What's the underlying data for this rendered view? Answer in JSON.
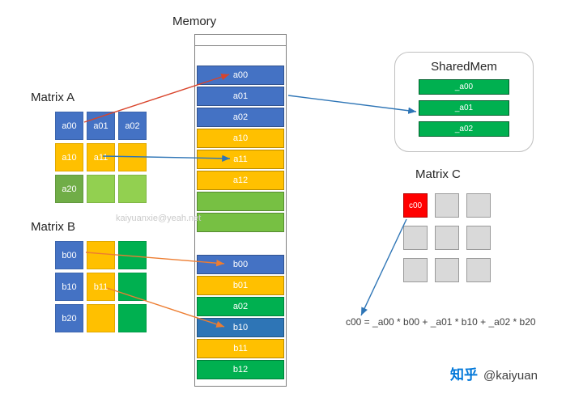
{
  "colors": {
    "blue": "#4472C4",
    "blue_dark": "#2E75B6",
    "yellow": "#FFC000",
    "green_bright": "#00B050",
    "green_med": "#70AD47",
    "green_light": "#92D050",
    "green_mem": "#77C043",
    "red": "#FF0000",
    "gray_cell": "#D9D9D9",
    "arrow_red": "#D9442B",
    "arrow_blue": "#2E75B6",
    "arrow_orange": "#ED7D31",
    "zhihu_blue": "#0077D9"
  },
  "memory": {
    "title": "Memory",
    "rows": [
      {
        "label": "a00",
        "color": "blue"
      },
      {
        "label": "a01",
        "color": "blue"
      },
      {
        "label": "a02",
        "color": "blue"
      },
      {
        "label": "a10",
        "color": "yellow"
      },
      {
        "label": "a11",
        "color": "yellow"
      },
      {
        "label": "a12",
        "color": "yellow"
      },
      {
        "label": "",
        "color": "green_mem"
      },
      {
        "label": "",
        "color": "green_mem"
      },
      {
        "label": "",
        "color": "none"
      },
      {
        "label": "b00",
        "color": "blue"
      },
      {
        "label": "b01",
        "color": "yellow"
      },
      {
        "label": "a02",
        "color": "green_bright"
      },
      {
        "label": "b10",
        "color": "blue_dark"
      },
      {
        "label": "b11",
        "color": "yellow"
      },
      {
        "label": "b12",
        "color": "green_bright"
      }
    ]
  },
  "matrix_a": {
    "label": "Matrix A",
    "cells": [
      [
        "a00",
        "a01",
        "a02"
      ],
      [
        "a10",
        "a11",
        ""
      ],
      [
        "a20",
        "",
        ""
      ]
    ]
  },
  "matrix_b": {
    "label": "Matrix B",
    "cells": [
      [
        "b00",
        "",
        ""
      ],
      [
        "b10",
        "b11",
        ""
      ],
      [
        "b20",
        "",
        ""
      ]
    ]
  },
  "shared_mem": {
    "title": "SharedMem",
    "items": [
      "_a00",
      "_a01",
      "_a02"
    ]
  },
  "matrix_c": {
    "label": "Matrix C",
    "cells": [
      [
        "c00",
        "",
        ""
      ],
      [
        "",
        "",
        ""
      ],
      [
        "",
        "",
        ""
      ]
    ]
  },
  "formula": "c00 = _a00 * b00 + _a01 * b10 + _a02 * b20",
  "watermark": "kaiyuanxie@yeah.net",
  "footer": {
    "logo": "知乎",
    "author": "@kaiyuan"
  }
}
